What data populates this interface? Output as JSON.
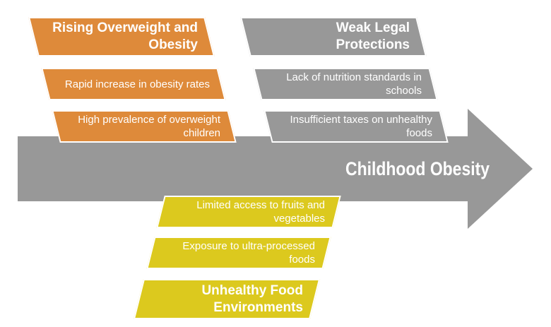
{
  "page": {
    "background": "#ffffff"
  },
  "diagram": {
    "type": "converging-arrows",
    "arrow": {
      "label": "Childhood Obesity",
      "color": "#989898",
      "text_color": "#ffffff"
    },
    "groups": [
      {
        "name": "rising-overweight-and-obesity",
        "color": "#de8a3a",
        "header_line1": "Rising Overweight and",
        "header_line2": "Obesity",
        "items": [
          {
            "line1": "Rapid increase in obesity rates",
            "line2": ""
          },
          {
            "line1": "High prevalence of overweight",
            "line2": "children"
          }
        ]
      },
      {
        "name": "weak-legal-protections",
        "color": "#989898",
        "header_line1": "Weak Legal",
        "header_line2": "Protections",
        "items": [
          {
            "line1": "Lack of nutrition standards in",
            "line2": "schools"
          },
          {
            "line1": "Insufficient taxes on unhealthy",
            "line2": "foods"
          }
        ]
      },
      {
        "name": "unhealthy-food-environments",
        "color": "#dcc91e",
        "header_line1": "Unhealthy Food",
        "header_line2": "Environments",
        "items": [
          {
            "line1": "Limited access to fruits and",
            "line2": "vegetables"
          },
          {
            "line1": "Exposure to ultra-processed",
            "line2": "foods"
          }
        ]
      }
    ]
  }
}
